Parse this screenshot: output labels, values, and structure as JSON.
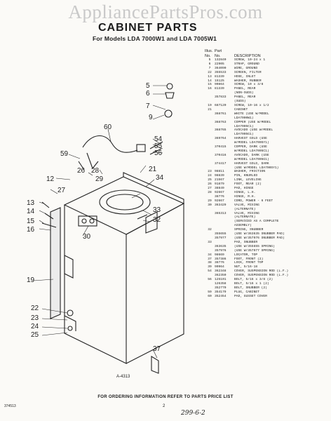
{
  "watermark": "AppliancePartsPros.com",
  "title": "CABINET PARTS",
  "subtitle": "For Models LDA 7000W1    and LDA 7005W1",
  "parts_header": {
    "illus": "Illus.",
    "no": "No.",
    "part": "Part",
    "part_no": "No.",
    "description": "DESCRIPTION"
  },
  "parts": [
    {
      "n": "5",
      "p": "132840",
      "d": "SCREW, 10-24 x 1"
    },
    {
      "n": "6",
      "p": "22905",
      "d": "STRAP, GROUND"
    },
    {
      "n": "7",
      "p": "364090",
      "d": "WIRE, GROUND"
    },
    {
      "n": "22",
      "p": "355533",
      "d": "SCREEN, FILTER"
    },
    {
      "n": "13",
      "p": "81339",
      "d": "HOSE, INLET"
    },
    {
      "n": "14",
      "p": "15125",
      "d": "WASHER, RUBBER"
    },
    {
      "n": "15",
      "p": "90864",
      "d": "SCREW, 10 x 3/8"
    },
    {
      "n": "16",
      "p": "81339",
      "d": "PANEL, REAR"
    },
    {
      "n": "",
      "p": "",
      "d": "(NON-SUDS)"
    },
    {
      "n": "",
      "p": "357833",
      "d": "PANEL, REAR"
    },
    {
      "n": "",
      "p": "",
      "d": "(SUDS)"
    },
    {
      "n": "19",
      "p": "687120",
      "d": "SCREW, 10-16 x 1/2"
    },
    {
      "n": "21",
      "p": "",
      "d": "CABINET"
    },
    {
      "n": "",
      "p": "368761",
      "d": "WHITE (USE W/MODEL"
    },
    {
      "n": "",
      "p": "",
      "d": "LDA7000W1)"
    },
    {
      "n": "",
      "p": "368763",
      "d": "COPPER (USE W/MODEL"
    },
    {
      "n": "",
      "p": "",
      "d": "LDA7005C1)"
    },
    {
      "n": "",
      "p": "368765",
      "d": "AVOCADO (USE W/MODEL"
    },
    {
      "n": "",
      "p": "",
      "d": "LDA7005G1)"
    },
    {
      "n": "",
      "p": "369764",
      "d": "HARVEST GOLD (USE"
    },
    {
      "n": "",
      "p": "",
      "d": "W/MODEL LDA7005Y1)"
    },
    {
      "n": "",
      "p": "370415",
      "d": "COPPER, DARK (USE"
    },
    {
      "n": "",
      "p": "",
      "d": "W/MODEL LDA7005C1)"
    },
    {
      "n": "",
      "p": "370416",
      "d": "AVOCADO, DARK (USE"
    },
    {
      "n": "",
      "p": "",
      "d": "W/MODEL LDA7005G1)"
    },
    {
      "n": "",
      "p": "374417",
      "d": "HARVEST GOLD, DARK"
    },
    {
      "n": "",
      "p": "",
      "d": "(USE W/MODEL LDA7005Y1)"
    },
    {
      "n": "23",
      "p": "98811",
      "d": "WASHER, FRICTION"
    },
    {
      "n": "24",
      "p": "98839",
      "d": "PIN, KNURLED"
    },
    {
      "n": "25",
      "p": "21567",
      "d": "LINK, LEVELING"
    },
    {
      "n": "26",
      "p": "91879",
      "d": "FOOT, REAR (2)"
    },
    {
      "n": "27",
      "p": "38849",
      "d": "PAD, HINGE"
    },
    {
      "n": "28",
      "p": "92667",
      "d": "HINGE, L.H."
    },
    {
      "n": "",
      "p": "38776",
      "d": "HINGE, R.H."
    },
    {
      "n": "29",
      "p": "92667",
      "d": "CORD, POWER - 6 FEET"
    },
    {
      "n": "30",
      "p": "363429",
      "d": "VALVE, MIXING"
    },
    {
      "n": "",
      "p": "",
      "d": "(ALTERNATE)"
    },
    {
      "n": "",
      "p": "365313",
      "d": "VALVE, MIXING"
    },
    {
      "n": "",
      "p": "",
      "d": "(ALTERNATE)"
    },
    {
      "n": "",
      "p": "",
      "d": "(SERVICED AS A COMPLETE"
    },
    {
      "n": "",
      "p": "",
      "d": "ASSEMBLY)"
    },
    {
      "n": "32",
      "p": "",
      "d": "SPRING, SNUBBER"
    },
    {
      "n": "",
      "p": "355655",
      "d": "(USE W/363635 SNUBBER PAD)"
    },
    {
      "n": "",
      "p": "357977",
      "d": "(USE W/357976 SNUBBER PAD)"
    },
    {
      "n": "33",
      "p": "",
      "d": "PAD, SNUBBER"
    },
    {
      "n": "",
      "p": "363635",
      "d": "(USE W/355655 SPRING)"
    },
    {
      "n": "",
      "p": "357976",
      "d": "(USE W/357977 SPRING)"
    },
    {
      "n": "34",
      "p": "98669",
      "d": "LOCATOR, TOP"
    },
    {
      "n": "37",
      "p": "357386",
      "d": "FOOT, FRONT (2)"
    },
    {
      "n": "38",
      "p": "38776",
      "d": "LOCK, FRONT TOP"
    },
    {
      "n": "39",
      "p": "90964",
      "d": "NUT, 5/16-18"
    },
    {
      "n": "54",
      "p": "362348",
      "d": "COVER, SUSPENSION ROD (L.F.)"
    },
    {
      "n": "",
      "p": "362350",
      "d": "COVER, SUSPENSION ROD (L.F.)"
    },
    {
      "n": "56",
      "p": "125101",
      "d": "BOLT, 5/16 x 3/8 (2)"
    },
    {
      "n": "",
      "p": "126358",
      "d": "BOLT, 5/16 x 1 (2)"
    },
    {
      "n": "",
      "p": "352770",
      "d": "BOLT, SNUBBER (2)"
    },
    {
      "n": "59",
      "p": "354179",
      "d": "PLUG, CABINET"
    },
    {
      "n": "60",
      "p": "352454",
      "d": "PAD, GUSSET COVER"
    }
  ],
  "callouts": [
    "5",
    "6",
    "7",
    "9",
    "60",
    "54",
    "55",
    "56",
    "59",
    "12",
    "26",
    "28",
    "29",
    "27",
    "21",
    "13",
    "14",
    "15",
    "16",
    "33",
    "32",
    "34",
    "30",
    "19",
    "22",
    "23",
    "24",
    "25",
    "37"
  ],
  "figure_code": "A-4313",
  "footer_note": "FOR ORDERING INFORMATION REFER TO PARTS PRICE LIST",
  "doc_code": "374513",
  "page_number": "2",
  "handwritten": "299-6-2"
}
